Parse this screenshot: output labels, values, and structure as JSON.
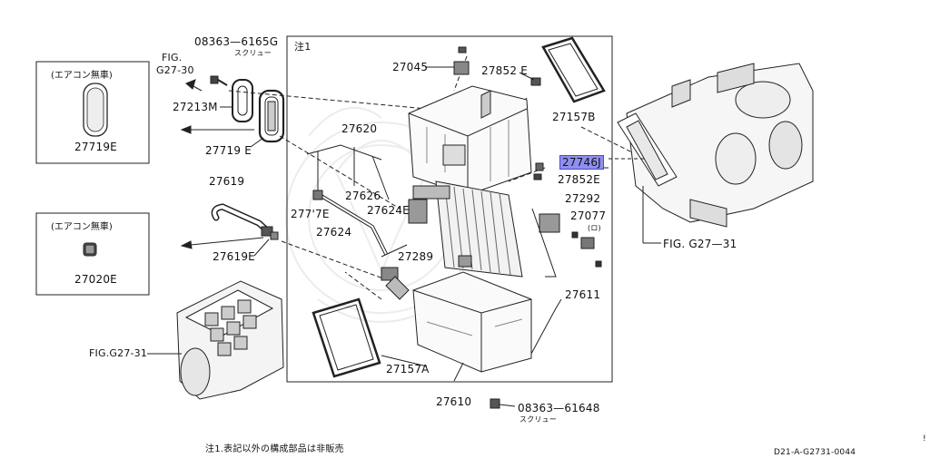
{
  "diagram": {
    "note_header": "注1",
    "footnote": "注1.表記以外の構成部品は非販売",
    "code": "D21-A-G2731-0044",
    "corner_mark": "!",
    "left_box_top": {
      "title": "(エアコン無車)",
      "part": "27719E"
    },
    "left_box_bottom": {
      "title": "(エアコン無車)",
      "part": "27020E"
    },
    "fig_ref_top_left": {
      "line1": "FIG.",
      "line2": "G27-30"
    },
    "fig_ref_right": "FIG. G27—31",
    "fig_ref_bottom_left": "FIG.G27-31",
    "screw_top": {
      "part": "08363—6165G",
      "caption": "スクリュー"
    },
    "screw_bottom": {
      "part": "08363—61648",
      "caption": "スクリュー"
    },
    "parts": {
      "p27213M": "27213M",
      "p27719E": "27719 E",
      "p27619": "27619",
      "p27619E": "27619E",
      "p27620": "27620",
      "p27045": "27045",
      "p27852E_top": "27852 E",
      "p27157B": "27157B",
      "p27746J": "27746J",
      "p27852E_mid": "27852E",
      "p27292": "27292",
      "p27077": "27077",
      "p27077_sub": "(ロ)",
      "p27626": "27626",
      "p27624E": "27624E",
      "p27777E": "277'7E",
      "p27624": "27624",
      "p27289": "27289",
      "p27611": "27611",
      "p27157A": "27157A",
      "p27610": "27610"
    },
    "colors": {
      "highlight": "#8f8ff0",
      "line": "#222222",
      "background": "#ffffff"
    }
  }
}
